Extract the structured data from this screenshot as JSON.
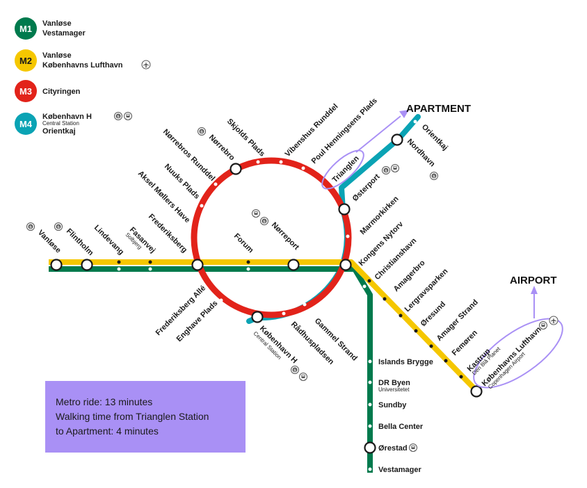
{
  "legend": [
    {
      "badge": "M1",
      "color": "#007a4d",
      "lines": [
        "Vanløse",
        "Vestamager"
      ],
      "sub": "",
      "icons": []
    },
    {
      "badge": "M2",
      "color": "#f5c700",
      "lines": [
        "Vanløse",
        "Københavns Lufthavn"
      ],
      "sub": "",
      "icons": [
        "airplane-icon"
      ]
    },
    {
      "badge": "M3",
      "color": "#e2231a",
      "lines": [
        "Cityringen"
      ],
      "sub": "",
      "icons": []
    },
    {
      "badge": "M4",
      "color": "#0aa3b4",
      "lines": [
        "København H",
        "Orientkaj"
      ],
      "sub": "Central Station",
      "icons": [
        "s-train-icon",
        "train-icon"
      ]
    }
  ],
  "destinations": {
    "apartment": "APARTMENT",
    "airport": "AIRPORT"
  },
  "stations": {
    "vanlose": "Vanløse",
    "flintholm": "Flintholm",
    "lindevang": "Lindevang",
    "fasanvej": "Fasanvej",
    "fasanvej_sub": "Solbjerg",
    "frederiksberg": "Frederiksberg",
    "forum": "Forum",
    "norreport": "Nørreport",
    "kongens_nytorv": "Kongens Nytorv",
    "christianshavn": "Christianshavn",
    "amagerbro": "Amagerbro",
    "lergravsparken": "Lergravsparken",
    "oresund": "Øresund",
    "amager_strand": "Amager Strand",
    "femoren": "Femøren",
    "kastrup": "Kastrup",
    "kastrup_sub": "Den Blå Planet",
    "lufthavn": "Københavns Lufthavn",
    "lufthavn_sub": "Copenhagen Airport",
    "islands_brygge": "Islands Brygge",
    "dr_byen": "DR Byen",
    "dr_byen_sub": "Universitetet",
    "sundby": "Sundby",
    "bella_center": "Bella Center",
    "orestad": "Ørestad",
    "vestamager": "Vestamager",
    "aksel_mollers_have": "Aksel Møllers Have",
    "nuuks_plads": "Nuuks Plads",
    "norrebros_runddel": "Nørrebros Runddel",
    "norrebro": "Nørrebro",
    "skjolds_plads": "Skjolds Plads",
    "vibenshus_runddel": "Vibenshus Runddel",
    "poul_henningsens_plads": "Poul Henningsens Plads",
    "trianglen": "Trianglen",
    "osterport": "Østerport",
    "marmorkirken": "Marmorkirken",
    "nordhavn": "Nordhavn",
    "orientkaj": "Orientkaj",
    "frederiksberg_alle": "Frederiksberg Allé",
    "enghave_plads": "Enghave Plads",
    "kobenhavn_h": "København H",
    "kobenhavn_h_sub": "Central Station",
    "radhuspladsen": "Rådhuspladsen",
    "gammel_strand": "Gammel Strand"
  },
  "info": [
    "Metro ride: 13 minutes",
    "Walking time from Trianglen Station",
    "to Apartment: 4 minutes"
  ],
  "colors": {
    "m1": "#007a4d",
    "m2": "#f5c700",
    "m3": "#e2231a",
    "m4": "#0aa3b4",
    "highlight": "#a990f5"
  }
}
